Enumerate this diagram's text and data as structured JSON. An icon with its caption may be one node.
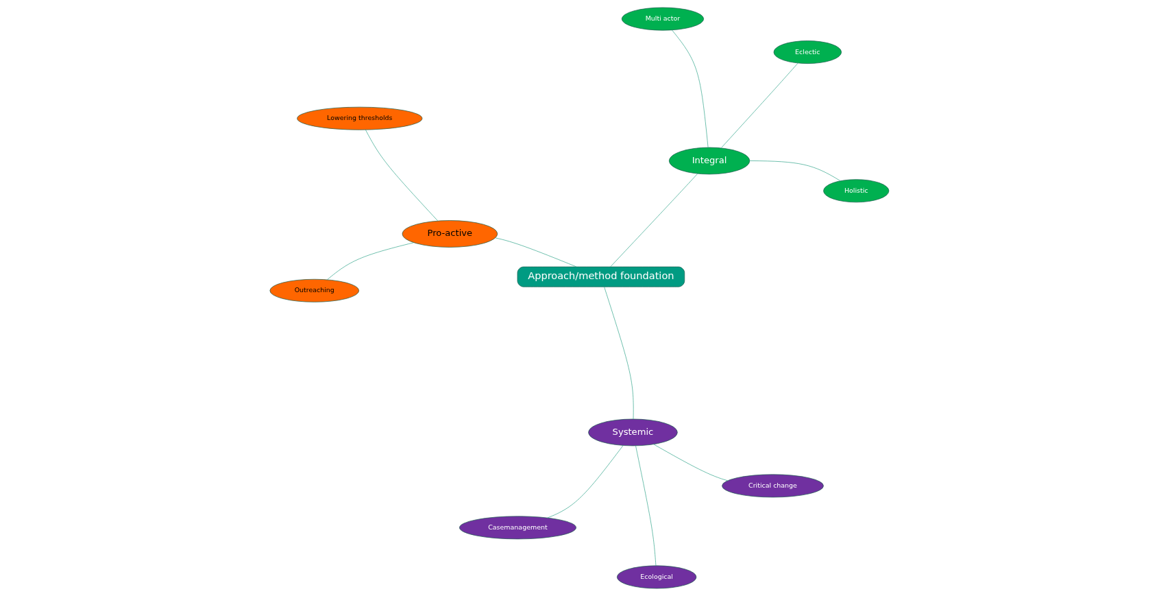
{
  "diagram": {
    "nodes": [
      {
        "text": [
          "Approach/method foundation"
        ]
      },
      {
        "text": [
          "Integral"
        ]
      },
      {
        "text": [
          "Holistic"
        ]
      },
      {
        "text": [
          "Multi actor"
        ]
      },
      {
        "text": [
          "Eclectic"
        ]
      },
      {
        "text": [
          "Systemic"
        ]
      },
      {
        "text": [
          "Casemanagement"
        ]
      },
      {
        "text": [
          "Critical change"
        ]
      },
      {
        "text": [
          "Ecological"
        ]
      },
      {
        "text": [
          "Pro-active"
        ]
      },
      {
        "text": [
          "Outreaching"
        ]
      },
      {
        "text": [
          "Lowering thresholds"
        ]
      }
    ],
    "edges": [
      {
        "from": 1,
        "to": 0,
        "arrow": "none"
      },
      {
        "from": 5,
        "to": 0,
        "arrow": "none"
      },
      {
        "from": 0,
        "to": 9,
        "arrow": "none"
      },
      {
        "from": 2,
        "to": 1,
        "arrow": "none"
      },
      {
        "from": 3,
        "to": 1,
        "arrow": "none"
      },
      {
        "from": 4,
        "to": 1,
        "arrow": "none"
      },
      {
        "from": 6,
        "to": 5,
        "arrow": "none"
      },
      {
        "from": 7,
        "to": 5,
        "arrow": "none"
      },
      {
        "from": 5,
        "to": 8,
        "arrow": "none"
      },
      {
        "from": 9,
        "to": 10,
        "arrow": "none"
      },
      {
        "from": 9,
        "to": 11,
        "arrow": "none"
      }
    ]
  }
}
